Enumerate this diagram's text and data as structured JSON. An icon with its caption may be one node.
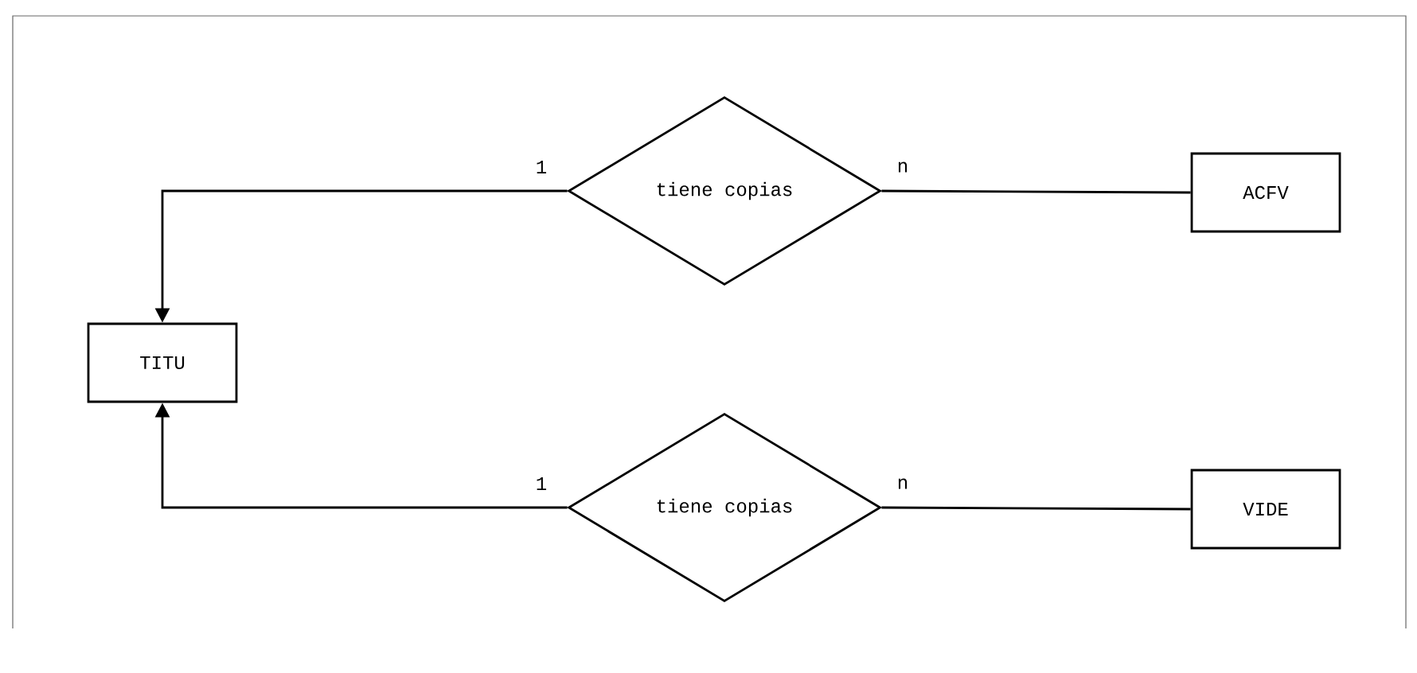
{
  "diagram": {
    "nodes": [
      {
        "text": [
          "TITU"
        ]
      },
      {
        "text": [
          "tiene copias"
        ]
      },
      {
        "text": [
          "ACFV"
        ]
      },
      {
        "text": [
          "tiene copias"
        ]
      },
      {
        "text": [
          "VIDE"
        ]
      }
    ],
    "edges": [
      {
        "from": 1,
        "to": 0,
        "arrow": "to",
        "label": "1"
      },
      {
        "from": 1,
        "to": 2,
        "arrow": "none",
        "label": "n"
      },
      {
        "from": 3,
        "to": 0,
        "arrow": "to",
        "label": "1"
      },
      {
        "from": 3,
        "to": 4,
        "arrow": "none",
        "label": "n"
      }
    ]
  }
}
